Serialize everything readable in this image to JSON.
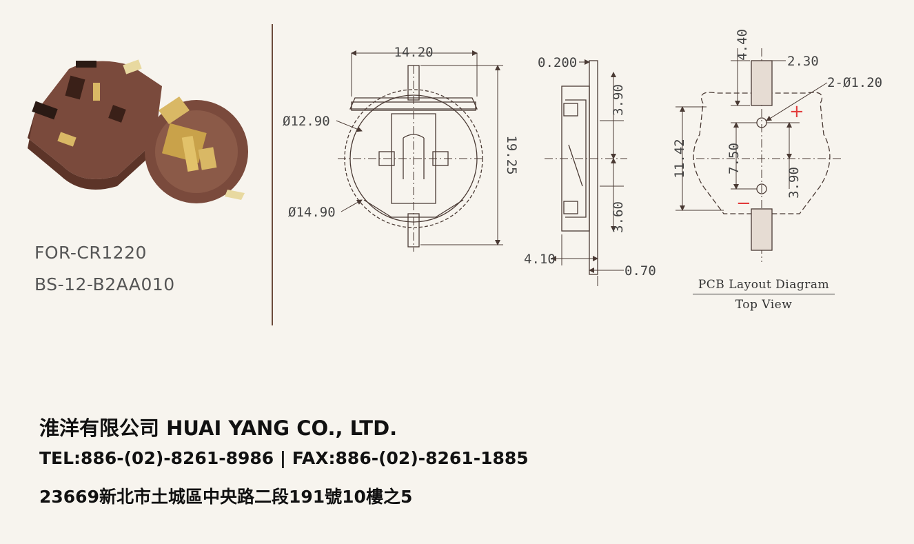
{
  "product": {
    "model_line1": "FOR-CR1220",
    "model_line2": "BS-12-B2AA010"
  },
  "drawing": {
    "top_view": {
      "width": "14.20",
      "inner_diameter": "Ø12.90",
      "outer_diameter": "Ø14.90",
      "height": "19.25"
    },
    "side_view": {
      "top_thickness": "0.200",
      "upper_offset": "3.90",
      "lower_offset": "3.60",
      "depth": "4.10",
      "pin_thickness": "0.70"
    },
    "pcb_layout": {
      "pad_height": "4.40",
      "pad_width": "2.30",
      "hole_spec": "2-Ø1.20",
      "overall_height": "11.42",
      "hole_pitch": "7.50",
      "hole_offset": "3.90",
      "plus_mark": "+",
      "minus_mark": "−",
      "title_line1": "PCB Layout Diagram",
      "title_line2": "Top View"
    }
  },
  "company": {
    "name": "淮洋有限公司 HUAI YANG CO., LTD.",
    "contact": "TEL:886-(02)-8261-8986 | FAX:886-(02)-8261-1885",
    "address": "23669新北市土城區中央路二段191號10樓之5"
  },
  "colors": {
    "background": "#f7f4ee",
    "holder_body": "#7a4a3c",
    "contact_metal": "#c9a24a",
    "drawing_line": "#4a3a34",
    "polarity_mark": "#e23b3b"
  }
}
